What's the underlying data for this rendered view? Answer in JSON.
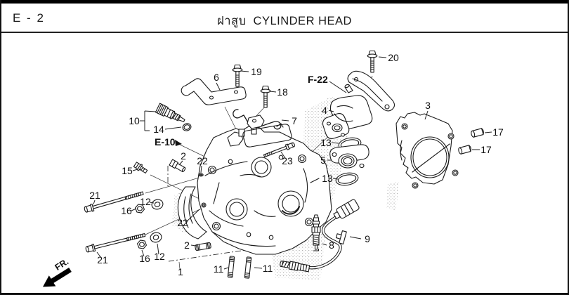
{
  "page": {
    "background": "#ffffff",
    "ink": "#1a1a1a"
  },
  "header": {
    "page_code": "E - 2",
    "title_thai": "ฝาสูบ",
    "title_en": "CYLINDER HEAD"
  },
  "diagram": {
    "ref_labels": {
      "e10": "E-10",
      "f22": "F-22",
      "fr": "FR."
    },
    "callouts": [
      {
        "part": "19"
      },
      {
        "part": "6"
      },
      {
        "part": "18"
      },
      {
        "part": "20"
      },
      {
        "part": "10"
      },
      {
        "part": "14"
      },
      {
        "part": "7"
      },
      {
        "part": "4"
      },
      {
        "part": "3"
      },
      {
        "part": "17"
      },
      {
        "part": "17"
      },
      {
        "part": "13"
      },
      {
        "part": "5"
      },
      {
        "part": "13"
      },
      {
        "part": "2"
      },
      {
        "part": "22"
      },
      {
        "part": "23"
      },
      {
        "part": "15"
      },
      {
        "part": "21"
      },
      {
        "part": "12"
      },
      {
        "part": "16"
      },
      {
        "part": "22"
      },
      {
        "part": "2"
      },
      {
        "part": "21"
      },
      {
        "part": "16"
      },
      {
        "part": "12"
      },
      {
        "part": "1"
      },
      {
        "part": "11"
      },
      {
        "part": "11"
      },
      {
        "part": "8"
      },
      {
        "part": "9"
      }
    ]
  }
}
